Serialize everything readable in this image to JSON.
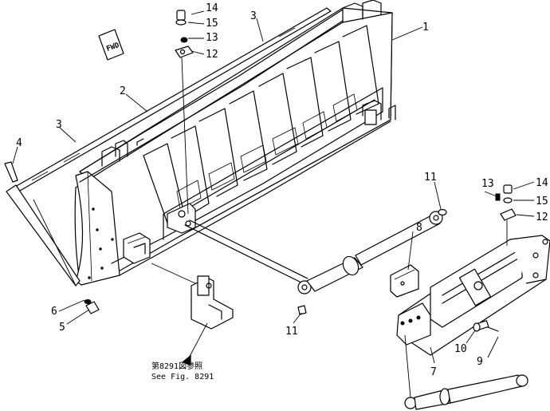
{
  "callouts": [
    {
      "id": "c1",
      "text": "1"
    },
    {
      "id": "c2",
      "text": "2"
    },
    {
      "id": "c3a",
      "text": "3"
    },
    {
      "id": "c3b",
      "text": "3"
    },
    {
      "id": "c4",
      "text": "4"
    },
    {
      "id": "c5",
      "text": "5"
    },
    {
      "id": "c6",
      "text": "6"
    },
    {
      "id": "c7",
      "text": "7"
    },
    {
      "id": "c8",
      "text": "8"
    },
    {
      "id": "c9",
      "text": "9"
    },
    {
      "id": "c10",
      "text": "10"
    },
    {
      "id": "c11a",
      "text": "11"
    },
    {
      "id": "c11b",
      "text": "11"
    },
    {
      "id": "c12a",
      "text": "12"
    },
    {
      "id": "c12b",
      "text": "12"
    },
    {
      "id": "c13a",
      "text": "13"
    },
    {
      "id": "c13b",
      "text": "13"
    },
    {
      "id": "c14a",
      "text": "14"
    },
    {
      "id": "c14b",
      "text": "14"
    },
    {
      "id": "c15a",
      "text": "15"
    },
    {
      "id": "c15b",
      "text": "15"
    }
  ],
  "fwd_tag": "FWD",
  "reference_note": {
    "line1": "第8291図参照",
    "line2": "See Fig. 8291"
  }
}
